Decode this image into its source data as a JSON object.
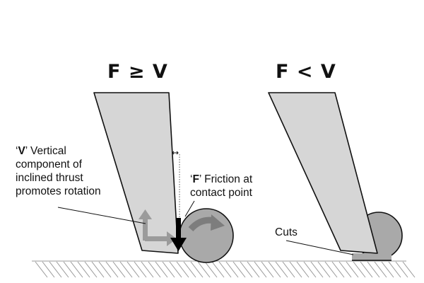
{
  "left_panel": {
    "title": "F ≥ V",
    "v_label": {
      "prefix": "‘",
      "symbol": "V",
      "after_symbol": "’ Vertical",
      "lines": [
        "component of",
        "inclined thrust",
        "promotes rotation"
      ]
    },
    "f_label": {
      "prefix": "‘",
      "symbol": "F",
      "after_symbol": "’ Friction at",
      "lines": [
        "contact point"
      ]
    }
  },
  "right_panel": {
    "title": "F < V",
    "cuts_label": "Cuts"
  },
  "colors": {
    "blade_fill": "#d6d6d6",
    "blade_stroke": "#111111",
    "ball_fill": "#a9a9a9",
    "vector_arrow": "#9b9b9b",
    "rotation_arrow": "#7d7d7d",
    "force_arrow": "#000000",
    "ground_hatch": "#999999"
  },
  "icons": [
    "v-component-arrow-icon",
    "friction-arrow-icon",
    "rotation-arrow-icon"
  ]
}
